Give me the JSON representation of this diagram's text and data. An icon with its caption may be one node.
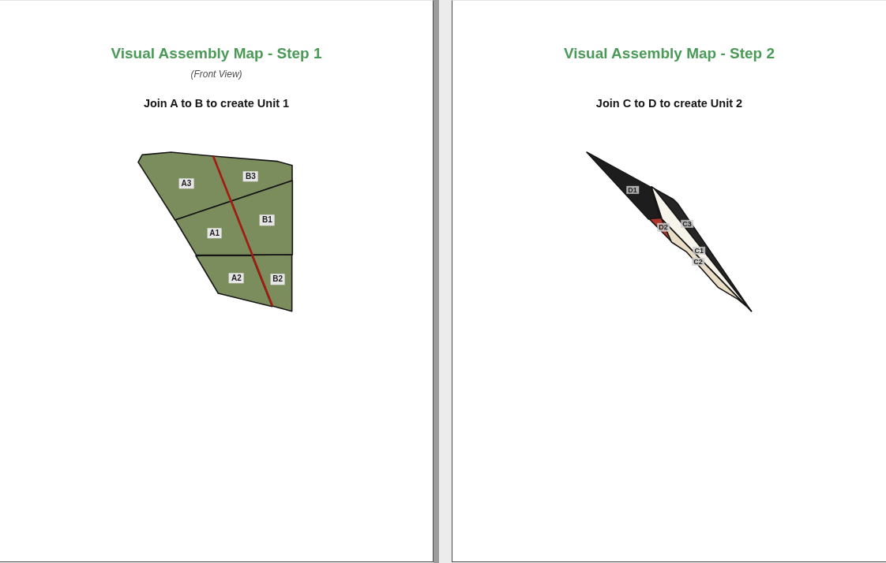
{
  "diagram": {
    "nodes": [
      {
        "text": [
          "Visual Assembly Map - Step 1",
          "(Front View)",
          "Join A to B to create Unit 1"
        ]
      },
      {
        "text": [
          "A3"
        ],
        "in": 0
      },
      {
        "text": [
          "B3"
        ],
        "in": 0
      },
      {
        "text": [
          "A1"
        ],
        "in": 0
      },
      {
        "text": [
          "B1"
        ],
        "in": 0
      },
      {
        "text": [
          "A2"
        ],
        "in": 0
      },
      {
        "text": [
          "B2"
        ],
        "in": 0
      },
      {
        "text": [
          "Visual Assembly Map - Step 2",
          "Join C to D to create Unit 2"
        ]
      },
      {
        "text": [
          "D1"
        ],
        "in": 7
      },
      {
        "text": [
          "C3"
        ],
        "in": 7
      },
      {
        "text": [
          "D2"
        ],
        "in": 7
      },
      {
        "text": [
          "C1"
        ],
        "in": 7
      },
      {
        "text": [
          "C2"
        ],
        "in": 7
      }
    ]
  }
}
